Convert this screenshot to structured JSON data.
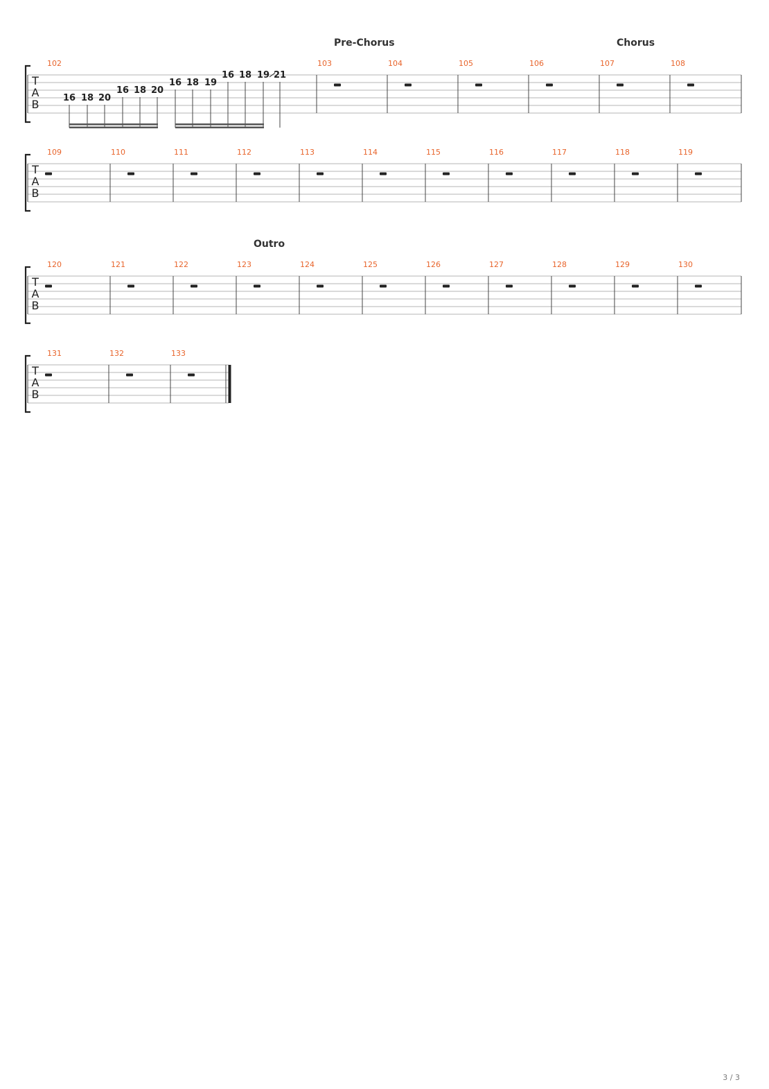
{
  "score": {
    "clef_letters": [
      "T",
      "A",
      "B"
    ],
    "systems": [
      {
        "measures": [
          {
            "num": "102",
            "rest": false,
            "beam_groups": [
              [
                {
                  "fret": "16",
                  "string": 4
                },
                {
                  "fret": "18",
                  "string": 4
                },
                {
                  "fret": "20",
                  "string": 4
                },
                {
                  "fret": "16",
                  "string": 3
                },
                {
                  "fret": "18",
                  "string": 3
                },
                {
                  "fret": "20",
                  "string": 3
                }
              ],
              [
                {
                  "fret": "16",
                  "string": 2
                },
                {
                  "fret": "18",
                  "string": 2
                },
                {
                  "fret": "19",
                  "string": 2
                },
                {
                  "fret": "16",
                  "string": 1
                },
                {
                  "fret": "18",
                  "string": 1
                },
                {
                  "fret": "19",
                  "string": 1,
                  "slide_to": "21"
                }
              ]
            ]
          },
          {
            "num": "103",
            "rest": true,
            "section": "Pre-Chorus"
          },
          {
            "num": "104",
            "rest": true
          },
          {
            "num": "105",
            "rest": true
          },
          {
            "num": "106",
            "rest": true
          },
          {
            "num": "107",
            "rest": true,
            "section": "Chorus"
          },
          {
            "num": "108",
            "rest": true
          }
        ]
      },
      {
        "measures": [
          {
            "num": "109",
            "rest": true
          },
          {
            "num": "110",
            "rest": true
          },
          {
            "num": "111",
            "rest": true
          },
          {
            "num": "112",
            "rest": true
          },
          {
            "num": "113",
            "rest": true
          },
          {
            "num": "114",
            "rest": true
          },
          {
            "num": "115",
            "rest": true
          },
          {
            "num": "116",
            "rest": true
          },
          {
            "num": "117",
            "rest": true
          },
          {
            "num": "118",
            "rest": true
          },
          {
            "num": "119",
            "rest": true
          }
        ]
      },
      {
        "measures": [
          {
            "num": "120",
            "rest": true
          },
          {
            "num": "121",
            "rest": true
          },
          {
            "num": "122",
            "rest": true
          },
          {
            "num": "123",
            "rest": true,
            "section": "Outro"
          },
          {
            "num": "124",
            "rest": true
          },
          {
            "num": "125",
            "rest": true
          },
          {
            "num": "126",
            "rest": true
          },
          {
            "num": "127",
            "rest": true
          },
          {
            "num": "128",
            "rest": true
          },
          {
            "num": "129",
            "rest": true
          },
          {
            "num": "130",
            "rest": true
          }
        ]
      },
      {
        "measures": [
          {
            "num": "131",
            "rest": true
          },
          {
            "num": "132",
            "rest": true
          },
          {
            "num": "133",
            "rest": true
          }
        ],
        "final_barline": true
      }
    ]
  },
  "page": {
    "number": "3 / 3"
  },
  "colors": {
    "measure_number": "#e8642b",
    "staff_line": "#b5b5b5",
    "barline": "#444444",
    "ink": "#222222"
  }
}
